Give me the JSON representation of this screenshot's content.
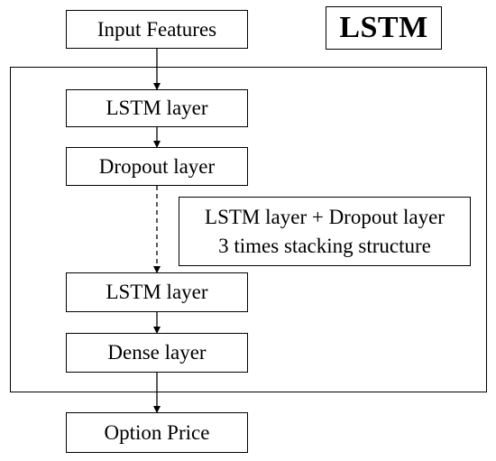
{
  "diagram": {
    "title": "LSTM",
    "nodes": {
      "input": "Input Features",
      "lstm_top": "LSTM layer",
      "dropout": "Dropout layer",
      "lstm_bottom": "LSTM layer",
      "dense": "Dense layer",
      "output": "Option Price"
    },
    "note": {
      "line1": "LSTM layer + Dropout layer",
      "line2": "3 times stacking structure"
    }
  }
}
